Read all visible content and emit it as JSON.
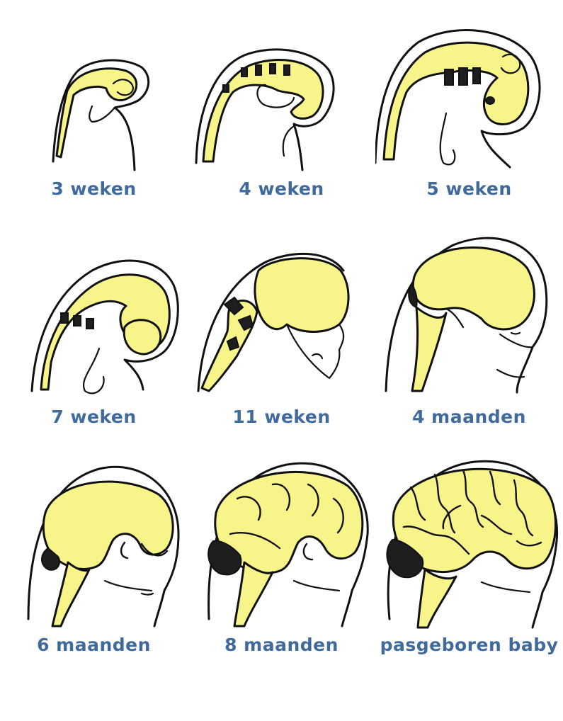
{
  "colors": {
    "brain": "#f7f58a",
    "label": "#3f6a9b",
    "line": "#111111"
  },
  "stages": [
    {
      "label": "3 weken"
    },
    {
      "label": "4 weken"
    },
    {
      "label": "5 weken"
    },
    {
      "label": "7 weken"
    },
    {
      "label": "11 weken"
    },
    {
      "label": "4 maanden"
    },
    {
      "label": "6 maanden"
    },
    {
      "label": "8 maanden"
    },
    {
      "label": "pasgeboren baby"
    }
  ]
}
